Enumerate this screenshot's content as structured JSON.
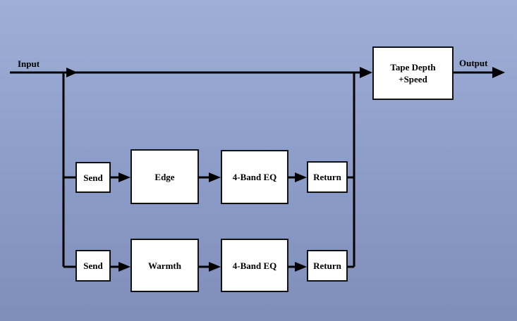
{
  "diagram": {
    "input_label": "Input",
    "output_label": "Output",
    "tape_block": "Tape Depth\n+Speed",
    "chain1": {
      "send": "Send",
      "effect": "Edge",
      "eq": "4-Band EQ",
      "return": "Return"
    },
    "chain2": {
      "send": "Send",
      "effect": "Warmth",
      "eq": "4-Band EQ",
      "return": "Return"
    }
  }
}
